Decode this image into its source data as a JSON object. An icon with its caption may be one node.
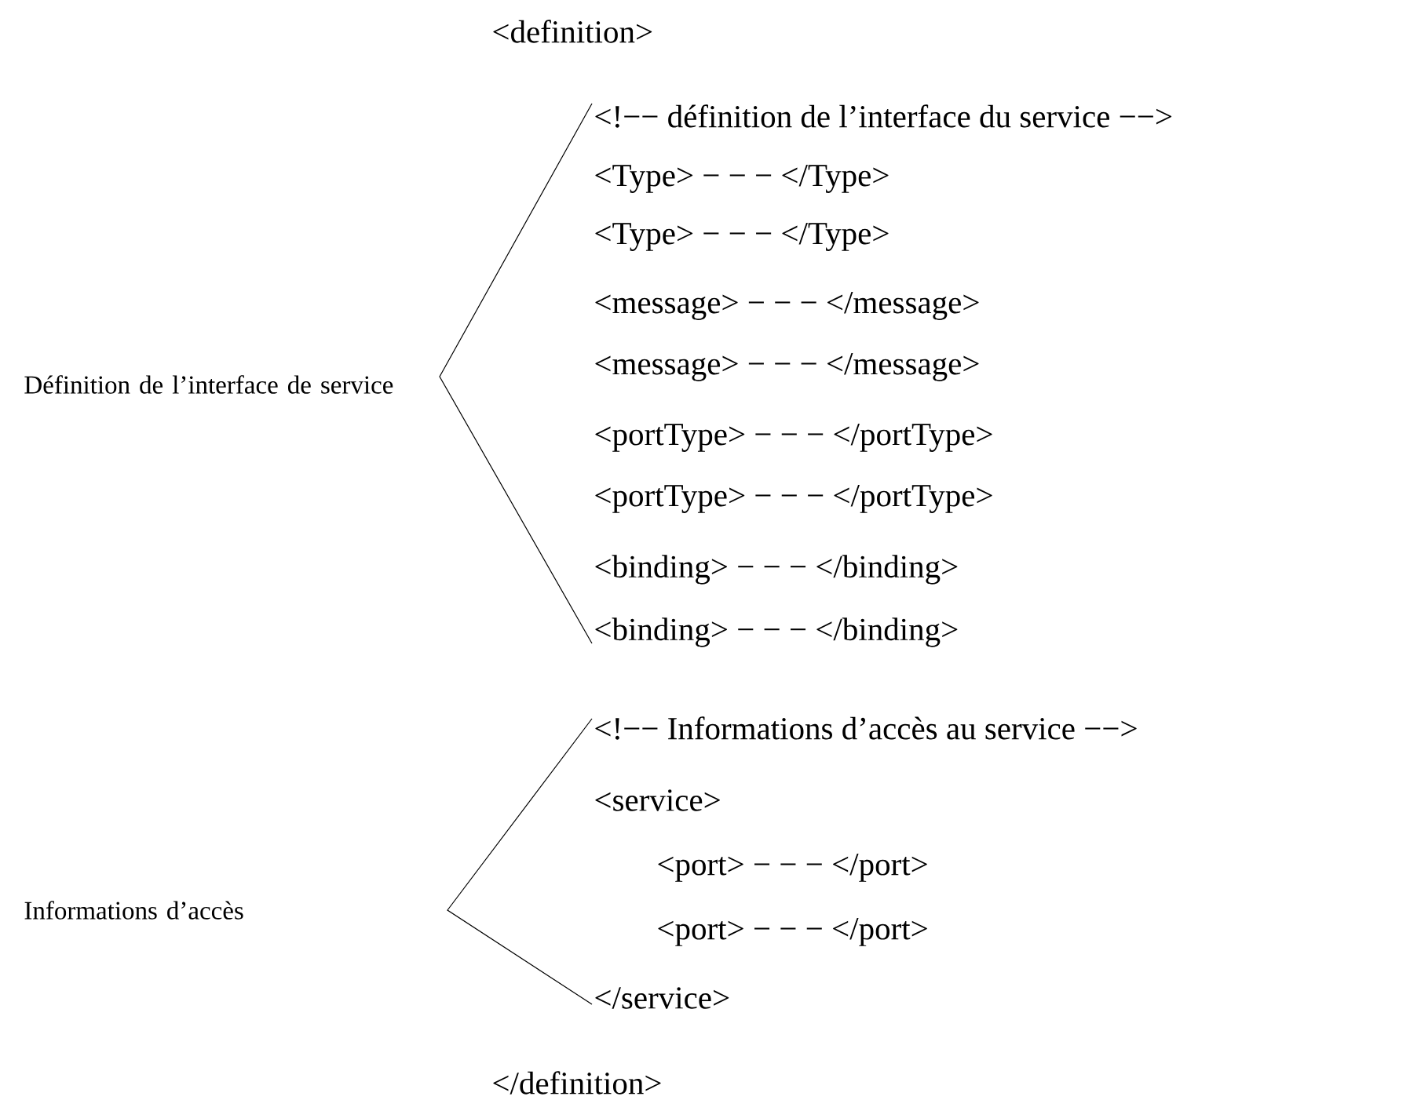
{
  "diagram": {
    "labels": [
      "<definition>",
      "<!−− définition de l’interface du service −−>",
      "<Type> − − − </Type>",
      "<Type> − − − </Type>",
      "<message> − − − </message>",
      "<message> − − − </message>",
      "Définition de l’interface de service",
      "<portType> − − − </portType>",
      "<portType> − − − </portType>",
      "<binding> − − − </binding>",
      "<binding> − − − </binding>",
      "<!−− Informations d’accès au service −−>",
      "<service>",
      "Informations d’accès",
      "<port> − − − </port>",
      "<port> − − − </port>",
      "</service>",
      "</definition>"
    ]
  }
}
